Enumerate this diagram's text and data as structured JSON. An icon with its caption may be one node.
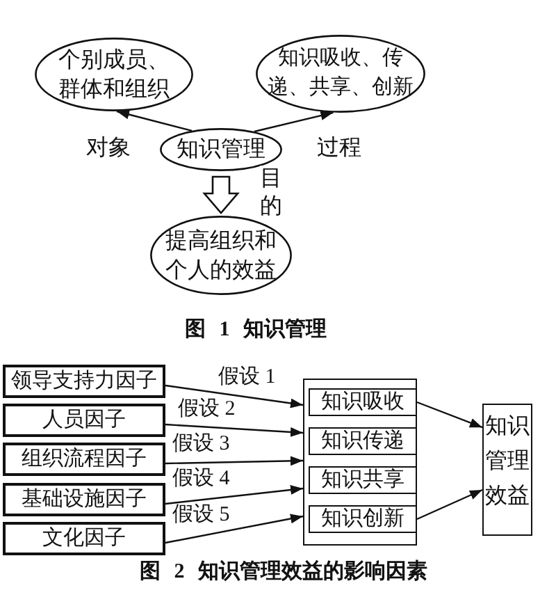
{
  "diagram": {
    "nodes": [
      {
        "text": [
          "个别成员、群体和组织"
        ]
      },
      {
        "text": [
          "知识吸收、传递、共享、创新"
        ]
      },
      {
        "text": [
          "知识管理"
        ]
      },
      {
        "text": [
          "提高组织和个人的效益"
        ]
      },
      {
        "text": [
          "领导支持力因子"
        ]
      },
      {
        "text": [
          "人员因子"
        ]
      },
      {
        "text": [
          "组织流程因子"
        ]
      },
      {
        "text": [
          "基础设施因子"
        ]
      },
      {
        "text": [
          "文化因子"
        ]
      },
      {
        "text": [],
        "shape": "box"
      },
      {
        "text": [
          "知识吸收"
        ],
        "in": 9
      },
      {
        "text": [
          "知识传递"
        ],
        "in": 9
      },
      {
        "text": [
          "知识共享"
        ],
        "in": 9
      },
      {
        "text": [
          "知识创新"
        ],
        "in": 9
      },
      {
        "text": [
          "知识管理效益"
        ]
      }
    ],
    "edges": [
      {
        "from": 2,
        "to": 0,
        "arrow": "to",
        "label": "对象"
      },
      {
        "from": 2,
        "to": 1,
        "arrow": "to",
        "label": "过程"
      },
      {
        "from": 2,
        "to": 3,
        "arrow": "to",
        "label": "目的",
        "style": "thick"
      },
      {
        "from": 4,
        "to": 9,
        "arrow": "to",
        "label": "假设 1"
      },
      {
        "from": 5,
        "to": 9,
        "arrow": "to",
        "label": "假设 2"
      },
      {
        "from": 6,
        "to": 9,
        "arrow": "to",
        "label": "假设 3"
      },
      {
        "from": 7,
        "to": 9,
        "arrow": "to",
        "label": "假设 4"
      },
      {
        "from": 8,
        "to": 9,
        "arrow": "to",
        "label": "假设 5"
      },
      {
        "from": 10,
        "to": 14,
        "arrow": "to"
      },
      {
        "from": 13,
        "to": 14,
        "arrow": "to"
      }
    ],
    "labels": [
      "图 1 知识管理",
      "图 2 知识管理效益的影响因素"
    ]
  }
}
